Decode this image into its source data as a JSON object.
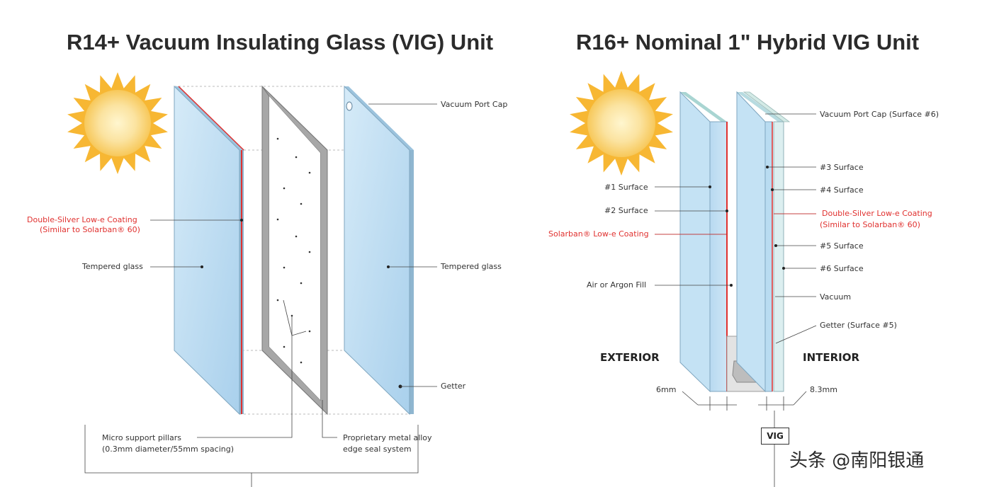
{
  "titles": {
    "left": "R14+ Vacuum Insulating Glass (VIG) Unit",
    "right": "R16+ Nominal 1\" Hybrid VIG Unit"
  },
  "left_labels": {
    "vacuum_port_cap": "Vacuum Port Cap",
    "coating_line1": "Double-Silver Low-e Coating",
    "coating_line2": "(Similar to Solarban® 60)",
    "tempered_left": "Tempered glass",
    "tempered_right": "Tempered glass",
    "getter": "Getter",
    "pillars_line1": "Micro support pillars",
    "pillars_line2": "(0.3mm diameter/55mm spacing)",
    "seal_line1": "Proprietary metal alloy",
    "seal_line2": "edge seal system"
  },
  "right_labels": {
    "vacuum_port_cap": "Vacuum Port Cap (Surface #6)",
    "surface3": "#3 Surface",
    "surface4": "#4 Surface",
    "coating_line1": "Double-Silver Low-e Coating",
    "coating_line2": "(Similar to Solarban® 60)",
    "surface5": "#5 Surface",
    "surface6": "#6 Surface",
    "vacuum": "Vacuum",
    "getter": "Getter (Surface #5)",
    "surface1": "#1 Surface",
    "surface2": "#2 Surface",
    "solarban": "Solarban® Low-e Coating",
    "air_fill": "Air or Argon Fill",
    "exterior": "EXTERIOR",
    "interior": "INTERIOR",
    "dim_6mm": "6mm",
    "dim_83mm": "8.3mm",
    "vig": "VIG"
  },
  "watermark": "头条 @南阳银通",
  "colors": {
    "glass": "#bcdcf2",
    "glass_edge": "#7fa6bf",
    "coating": "#e0312f",
    "sun": "#f7b733",
    "frame": "#9a9a9a"
  }
}
